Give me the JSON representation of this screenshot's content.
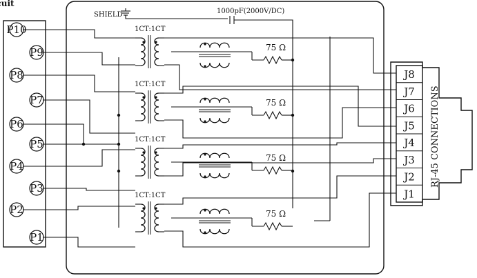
{
  "header_fragment": "Circuit",
  "shield_label": "SHIELD",
  "capacitor_label": "1000pF(2000V/DC)",
  "transformer_ratio_label": "1CT:1CT",
  "resistor_label": "75 Ω",
  "connector_title": "RJ-45 CONNECTIONS",
  "left_pins": [
    "P10",
    "P9",
    "P8",
    "P7",
    "P6",
    "P5",
    "P4",
    "P3",
    "P2",
    "P1"
  ],
  "right_jacks": [
    "J8",
    "J7",
    "J6",
    "J5",
    "J4",
    "J3",
    "J2",
    "J1"
  ]
}
